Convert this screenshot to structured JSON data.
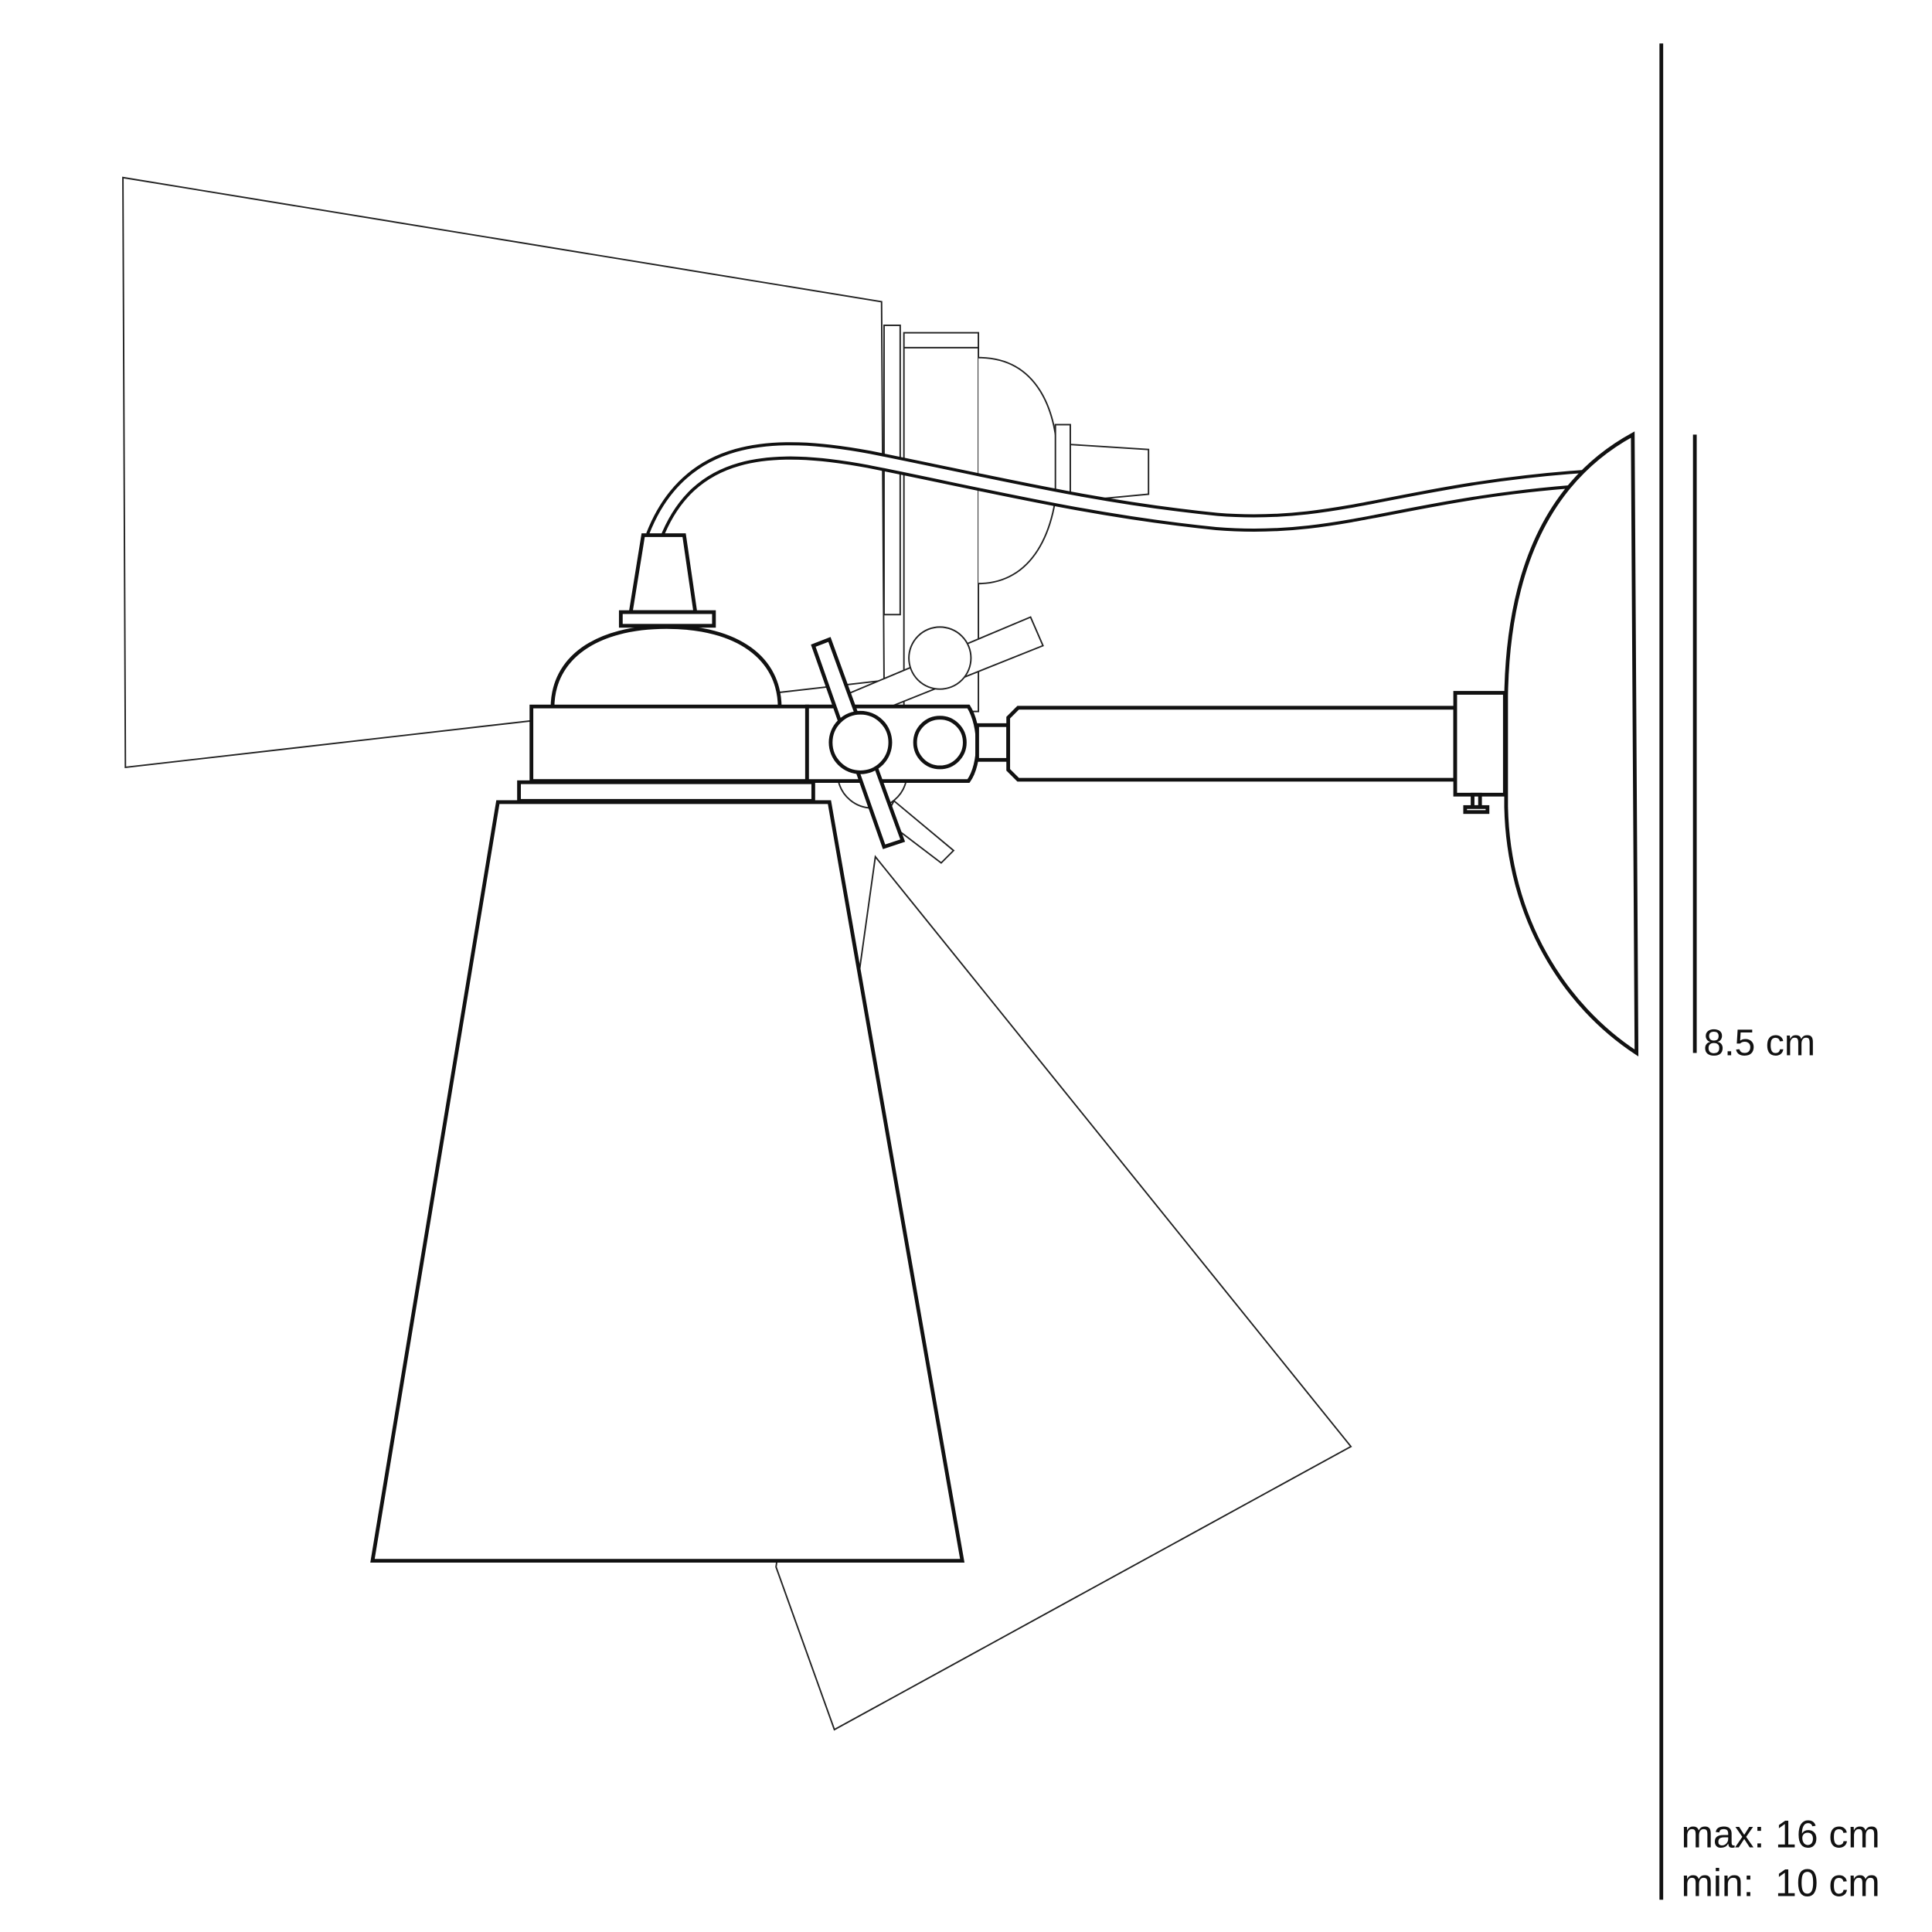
{
  "dimensions": {
    "reflector_height": "8.5 cm",
    "projection_max": "max: 16 cm",
    "projection_min": "min:  10 cm"
  },
  "colors": {
    "line": "#111111",
    "background": "#ffffff"
  }
}
